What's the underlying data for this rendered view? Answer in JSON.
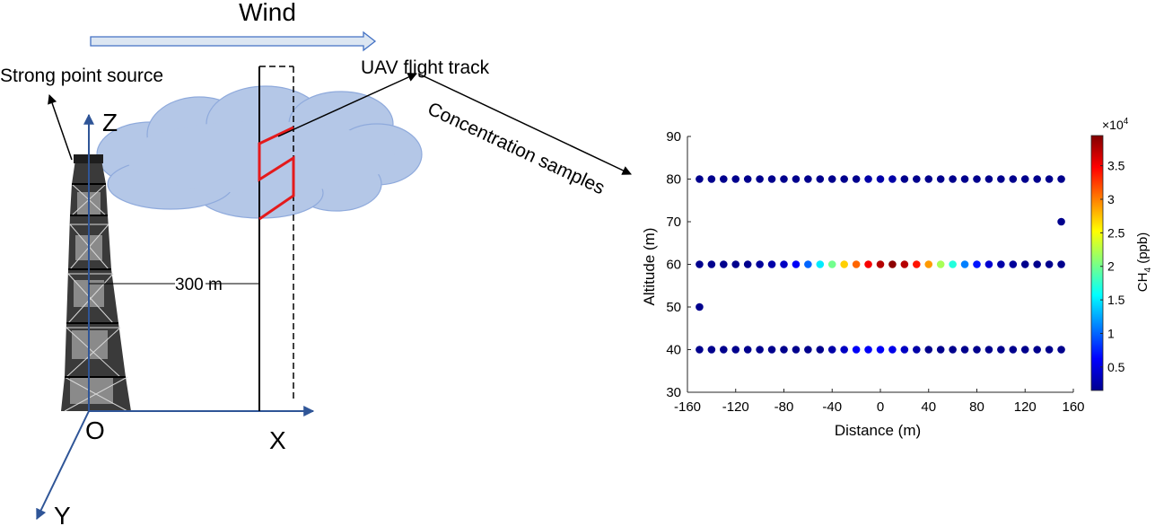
{
  "diagram": {
    "wind_label": "Wind",
    "source_label": "Strong point source",
    "track_label": "UAV flight track",
    "samples_label": "Concentration samples",
    "distance_label": "300 m",
    "axis_z": "Z",
    "axis_x": "X",
    "axis_y": "Y",
    "origin": "O",
    "colors": {
      "wind_arrow_fill": "#dce6f2",
      "wind_arrow_stroke": "#4472c4",
      "axes": "#2f5597",
      "cloud": "#b4c7e7",
      "cloud_stroke": "#8faadc",
      "track": "#e41a1c"
    }
  },
  "chart_data": {
    "type": "scatter",
    "xlabel": "Distance (m)",
    "ylabel": "Altitude (m)",
    "xlim": [
      -160,
      160
    ],
    "ylim": [
      30,
      90
    ],
    "xticks": [
      "-160",
      "-120",
      "-80",
      "-40",
      "0",
      "40",
      "80",
      "120",
      "160"
    ],
    "yticks": [
      "30",
      "40",
      "50",
      "60",
      "70",
      "80",
      "90"
    ],
    "colorbar": {
      "label_main": "CH",
      "label_sub": "4",
      "label_tail": " (ppb)",
      "exponent_base": "×10",
      "exponent_power": "4",
      "ticks": [
        "0.5",
        "1",
        "1.5",
        "2",
        "2.5",
        "3",
        "3.5"
      ],
      "range": [
        0.15,
        3.95
      ],
      "colormap": "jet"
    },
    "rows": [
      {
        "altitude": 80,
        "x_start": -150,
        "x_step": 10,
        "values": [
          0.2,
          0.2,
          0.2,
          0.2,
          0.2,
          0.2,
          0.2,
          0.2,
          0.2,
          0.2,
          0.2,
          0.2,
          0.2,
          0.2,
          0.3,
          0.3,
          0.3,
          0.2,
          0.2,
          0.2,
          0.2,
          0.2,
          0.2,
          0.2,
          0.2,
          0.2,
          0.2,
          0.2,
          0.2,
          0.2,
          0.2
        ]
      },
      {
        "altitude": 60,
        "x_start": -150,
        "x_step": 10,
        "values": [
          0.2,
          0.2,
          0.2,
          0.2,
          0.2,
          0.25,
          0.3,
          0.4,
          0.6,
          1.0,
          1.5,
          2.0,
          2.7,
          3.1,
          3.5,
          3.75,
          3.9,
          3.75,
          3.4,
          2.9,
          2.2,
          1.7,
          1.1,
          0.7,
          0.45,
          0.3,
          0.25,
          0.2,
          0.2,
          0.2,
          0.2
        ]
      },
      {
        "altitude": 40,
        "x_start": -150,
        "x_step": 10,
        "values": [
          0.2,
          0.2,
          0.2,
          0.2,
          0.2,
          0.2,
          0.2,
          0.2,
          0.2,
          0.2,
          0.2,
          0.3,
          0.4,
          0.6,
          0.6,
          0.6,
          0.55,
          0.4,
          0.3,
          0.2,
          0.2,
          0.2,
          0.2,
          0.2,
          0.2,
          0.2,
          0.2,
          0.2,
          0.2,
          0.2,
          0.2
        ]
      }
    ],
    "points": [
      {
        "x": -150,
        "y": 50,
        "value": 0.2
      },
      {
        "x": 150,
        "y": 70,
        "value": 0.2
      }
    ]
  }
}
